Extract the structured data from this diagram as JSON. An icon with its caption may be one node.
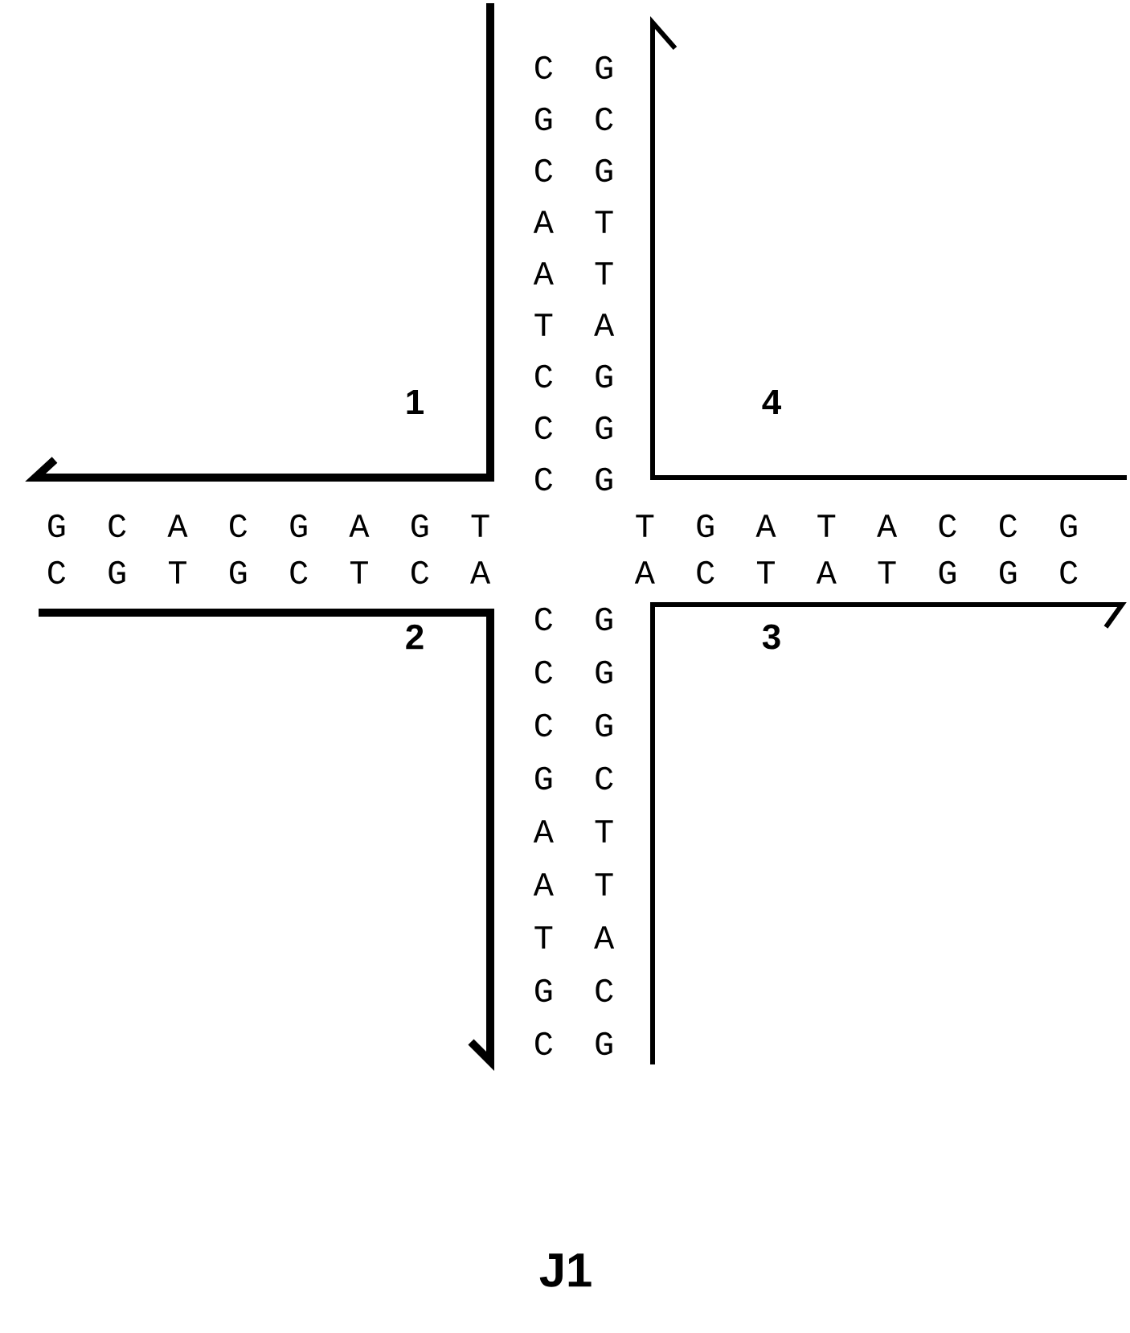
{
  "diagram": {
    "caption": "J1",
    "labels": [
      "C G",
      "G C",
      "C G",
      "A T",
      "A T",
      "T A",
      "C G",
      "C G",
      "C G",
      "1",
      "4",
      "G C A C G A G T",
      "T G A T A C C G",
      "C G T G C T C A",
      "A C T A T G G C",
      "2",
      "3",
      "C G",
      "C G",
      "C G",
      "G C",
      "A T",
      "A T",
      "T A",
      "G C",
      "C G"
    ]
  }
}
